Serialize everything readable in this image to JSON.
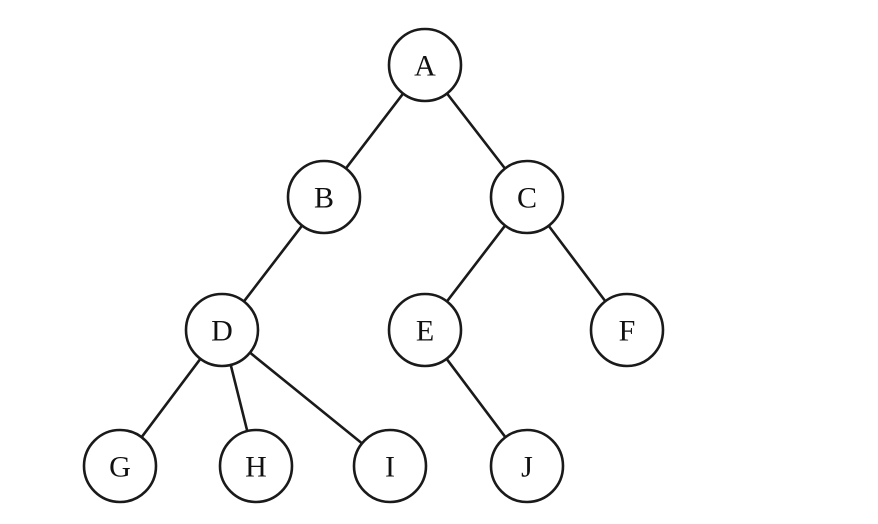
{
  "tree": {
    "nodes": [
      {
        "id": "A",
        "label": "A"
      },
      {
        "id": "B",
        "label": "B"
      },
      {
        "id": "C",
        "label": "C"
      },
      {
        "id": "D",
        "label": "D"
      },
      {
        "id": "E",
        "label": "E"
      },
      {
        "id": "F",
        "label": "F"
      },
      {
        "id": "G",
        "label": "G"
      },
      {
        "id": "H",
        "label": "H"
      },
      {
        "id": "I",
        "label": "I"
      },
      {
        "id": "J",
        "label": "J"
      }
    ],
    "edges": [
      [
        "A",
        "B"
      ],
      [
        "A",
        "C"
      ],
      [
        "B",
        "D"
      ],
      [
        "C",
        "E"
      ],
      [
        "C",
        "F"
      ],
      [
        "D",
        "G"
      ],
      [
        "D",
        "H"
      ],
      [
        "D",
        "I"
      ],
      [
        "E",
        "J"
      ]
    ]
  }
}
